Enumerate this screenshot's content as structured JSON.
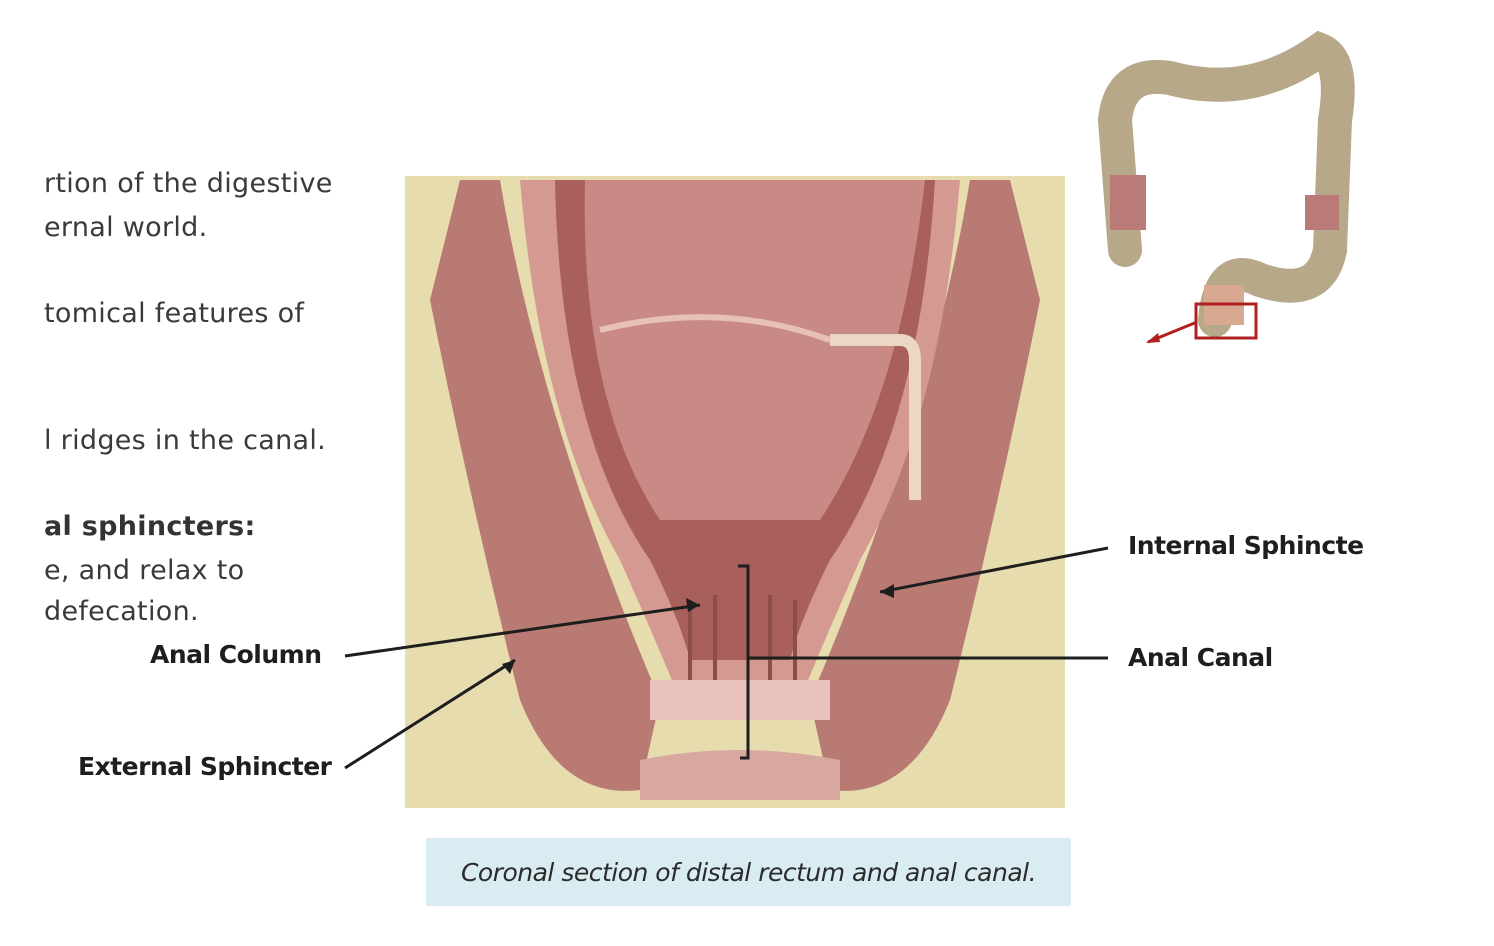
{
  "body_text": {
    "line1": "rtion of the digestive",
    "line2": "ernal world.",
    "line3": "tomical features of",
    "line4": "l ridges in the canal.",
    "line5": "al sphincters:",
    "line6": "e, and relax to",
    "line7": "defecation."
  },
  "figure": {
    "labels": {
      "anal_column": "Anal Column",
      "external_sphincter": "External Sphincter",
      "internal_sphincter": "Internal Sphincte",
      "anal_canal": "Anal Canal"
    },
    "caption": "Coronal section of distal rectum and anal canal.",
    "colors": {
      "fat": "#e6dcae",
      "muscle": "#b87a72",
      "mucosa": "#c98a86",
      "caption_bg": "#d9ecf2",
      "highlight_box": "#b02020"
    }
  }
}
